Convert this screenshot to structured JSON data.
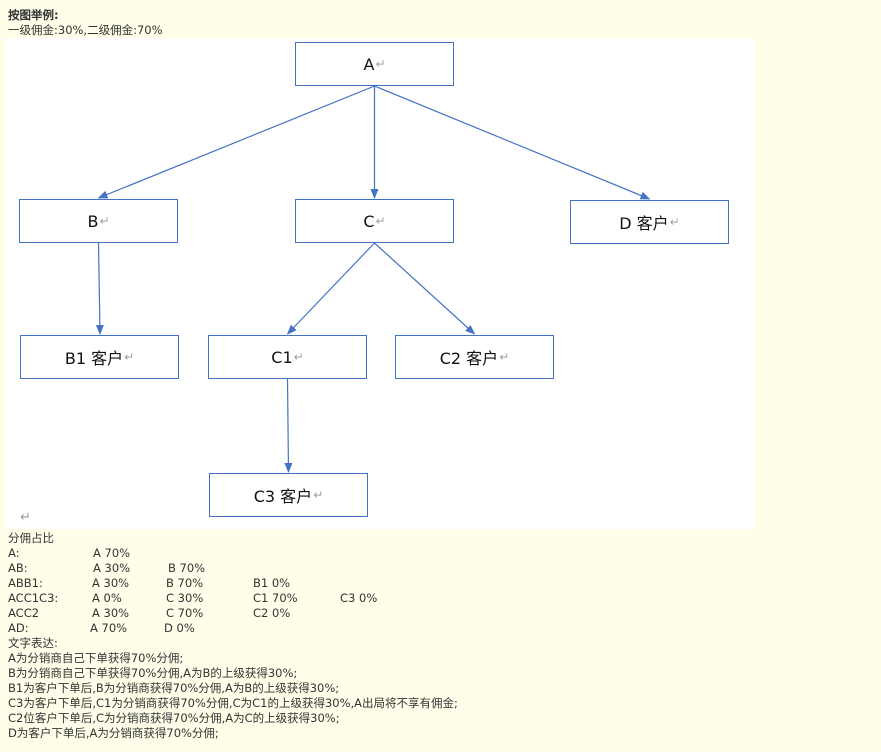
{
  "heading": "按图举例:",
  "subtitle": "一级佣金:30%,二级佣金:70%",
  "diagram": {
    "nodes": {
      "A": "A",
      "B": "B",
      "C": "C",
      "D": "D 客户",
      "B1": "B1 客户",
      "C1": "C1",
      "C2": "C2 客户",
      "C3": "C3 客户"
    },
    "return_mark": "↵",
    "line_color": "#4472c4"
  },
  "split_title": "分佣占比",
  "split_rows": [
    {
      "label": "A:",
      "cells": [
        "A 70%"
      ]
    },
    {
      "label": "AB:",
      "cells": [
        "A 30%",
        "B 70%"
      ]
    },
    {
      "label": "ABB1:",
      "cells": [
        "A 30%",
        "B 70%",
        "B1 0%"
      ]
    },
    {
      "label": "ACC1C3:",
      "cells": [
        "A 0%",
        "C 30%",
        "C1 70%",
        "C3 0%"
      ]
    },
    {
      "label": "ACC2",
      "cells": [
        "A 30%",
        "C 70%",
        "C2 0%"
      ]
    },
    {
      "label": "AD:",
      "cells": [
        "A 70%",
        "D 0%"
      ]
    }
  ],
  "text_title": "文字表达:",
  "text_lines": [
    "A为分销商自己下单获得70%分佣;",
    "B为分销商自己下单获得70%分佣,A为B的上级获得30%;",
    "B1为客户下单后,B为分销商获得70%分佣,A为B的上级获得30%;",
    "C3为客户下单后,C1为分销商获得70%分佣,C为C1的上级获得30%,A出局将不享有佣金;",
    "C2位客户下单后,C为分销商获得70%分佣,A为C的上级获得30%;",
    "D为客户下单后,A为分销商获得70%分佣;"
  ]
}
